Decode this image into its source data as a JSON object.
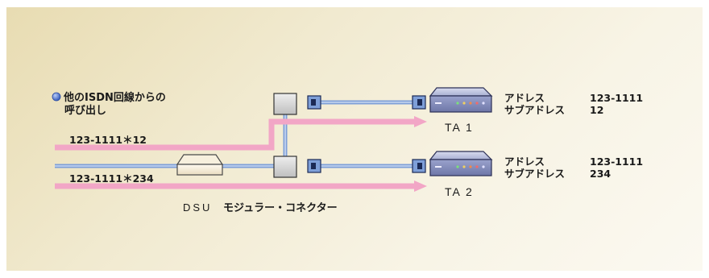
{
  "caller": {
    "line1": "他のISDN回線からの",
    "line2": "呼び出し"
  },
  "calls": {
    "upper": "123-1111＊12",
    "lower": "123-1111＊234"
  },
  "terminals": [
    {
      "name": "TA 1",
      "address_label": "アドレス",
      "address_value": "123-1111",
      "subaddress_label": "サブアドレス",
      "subaddress_value": "12"
    },
    {
      "name": "TA 2",
      "address_label": "アドレス",
      "address_value": "123-1111",
      "subaddress_label": "サブアドレス",
      "subaddress_value": "234"
    }
  ],
  "labels": {
    "dsu": "DSU",
    "jack": "モジュラー・コネクター"
  },
  "colors": {
    "call_path": "#f2a6c6",
    "cable": "#7e9fd8",
    "cable_core": "#c9d8f0",
    "bullet": "#3a62c8"
  }
}
